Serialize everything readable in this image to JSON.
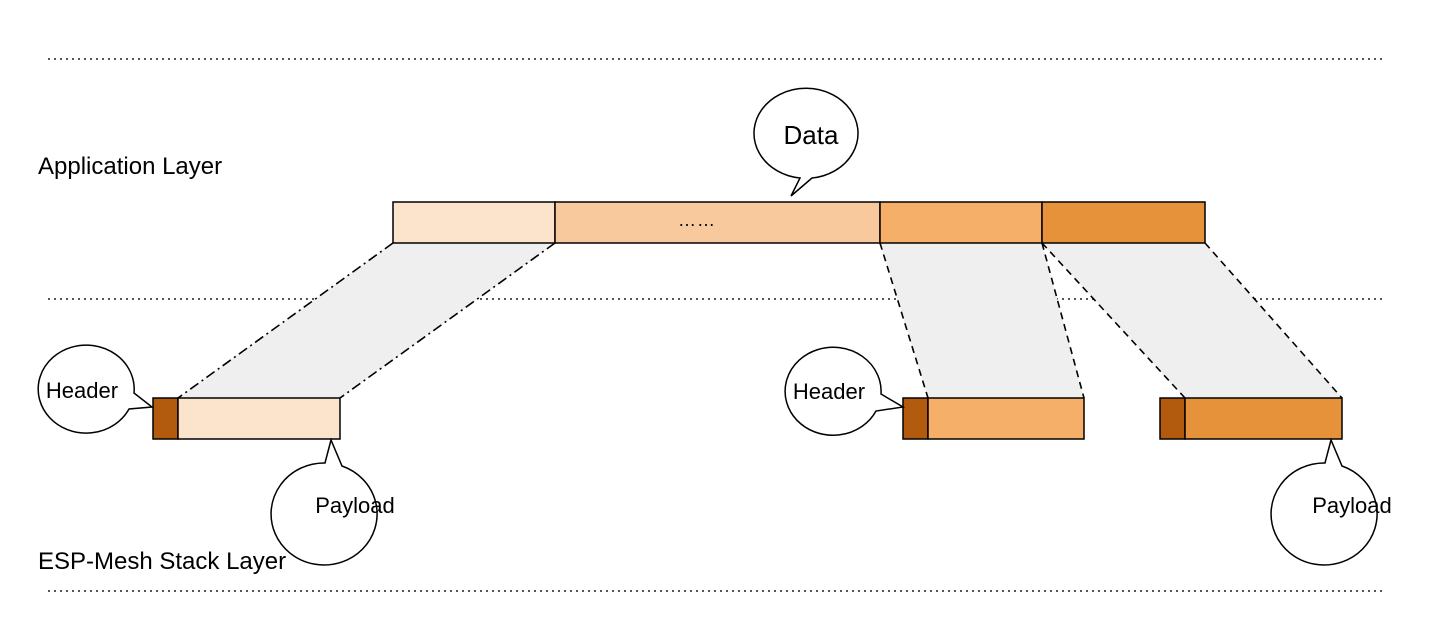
{
  "layers": {
    "application": "Application Layer",
    "mesh_stack": "ESP-Mesh Stack Layer"
  },
  "callouts": {
    "data": "Data",
    "header_left": "Header",
    "payload_left": "Payload",
    "header_right": "Header",
    "payload_right": "Payload"
  },
  "segments": {
    "ellipsis": "……"
  },
  "colors": {
    "segment_1": "#FCE4CC",
    "segment_2": "#F8C99C",
    "segment_3": "#F5AF68",
    "segment_4": "#E5923A",
    "header": "#B25A0E",
    "projection_fill": "#EFEFEF"
  }
}
